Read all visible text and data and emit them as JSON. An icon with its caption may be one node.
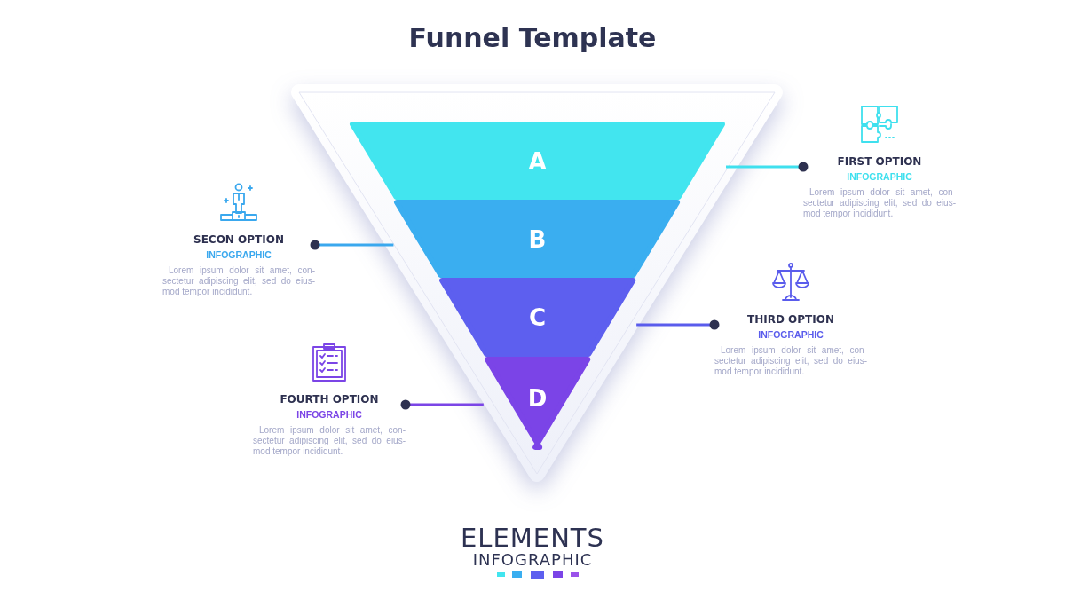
{
  "diagram": {
    "title": "Funnel Template",
    "nodes": [
      {
        "text": [],
        "shape": "triangle"
      },
      {
        "text": [
          "A"
        ],
        "in": 0
      },
      {
        "text": [
          "B"
        ],
        "in": 0
      },
      {
        "text": [
          "C"
        ],
        "in": 0
      },
      {
        "text": [
          "D"
        ],
        "in": 0
      },
      {
        "text": [
          "FIRST OPTION",
          "INFOGRAPHIC",
          "Lorem ipsum dolor sit amet, con- sectetur adipiscing elit, sed do eius- mod tempor incididunt."
        ]
      },
      {
        "text": [
          "SECON OPTION",
          "INFOGRAPHIC",
          "Lorem ipsum dolor sit amet, con- sectetur adipiscing elit, sed do eius- mod tempor incididunt."
        ]
      },
      {
        "text": [
          "THIRD OPTION",
          "INFOGRAPHIC",
          "Lorem ipsum dolor sit amet, con- sectetur adipiscing elit, sed do eius- mod tempor incididunt."
        ]
      },
      {
        "text": [
          "FOURTH OPTION",
          "INFOGRAPHIC",
          "Lorem ipsum dolor sit amet, con- sectetur adipiscing elit, sed do eius- mod tempor incididunt."
        ]
      }
    ],
    "edges": [
      {
        "from": 5,
        "to": 1,
        "arrow": "other",
        "color": "#3fe0ee"
      },
      {
        "from": 6,
        "to": 2,
        "arrow": "other",
        "color": "#3aa8ee"
      },
      {
        "from": 7,
        "to": 3,
        "arrow": "other",
        "color": "#5a5cec"
      },
      {
        "from": 8,
        "to": 4,
        "arrow": "other",
        "color": "#7b45e6"
      }
    ],
    "labels": [
      "ELEMENTS",
      "INFOGRAPHIC"
    ]
  }
}
